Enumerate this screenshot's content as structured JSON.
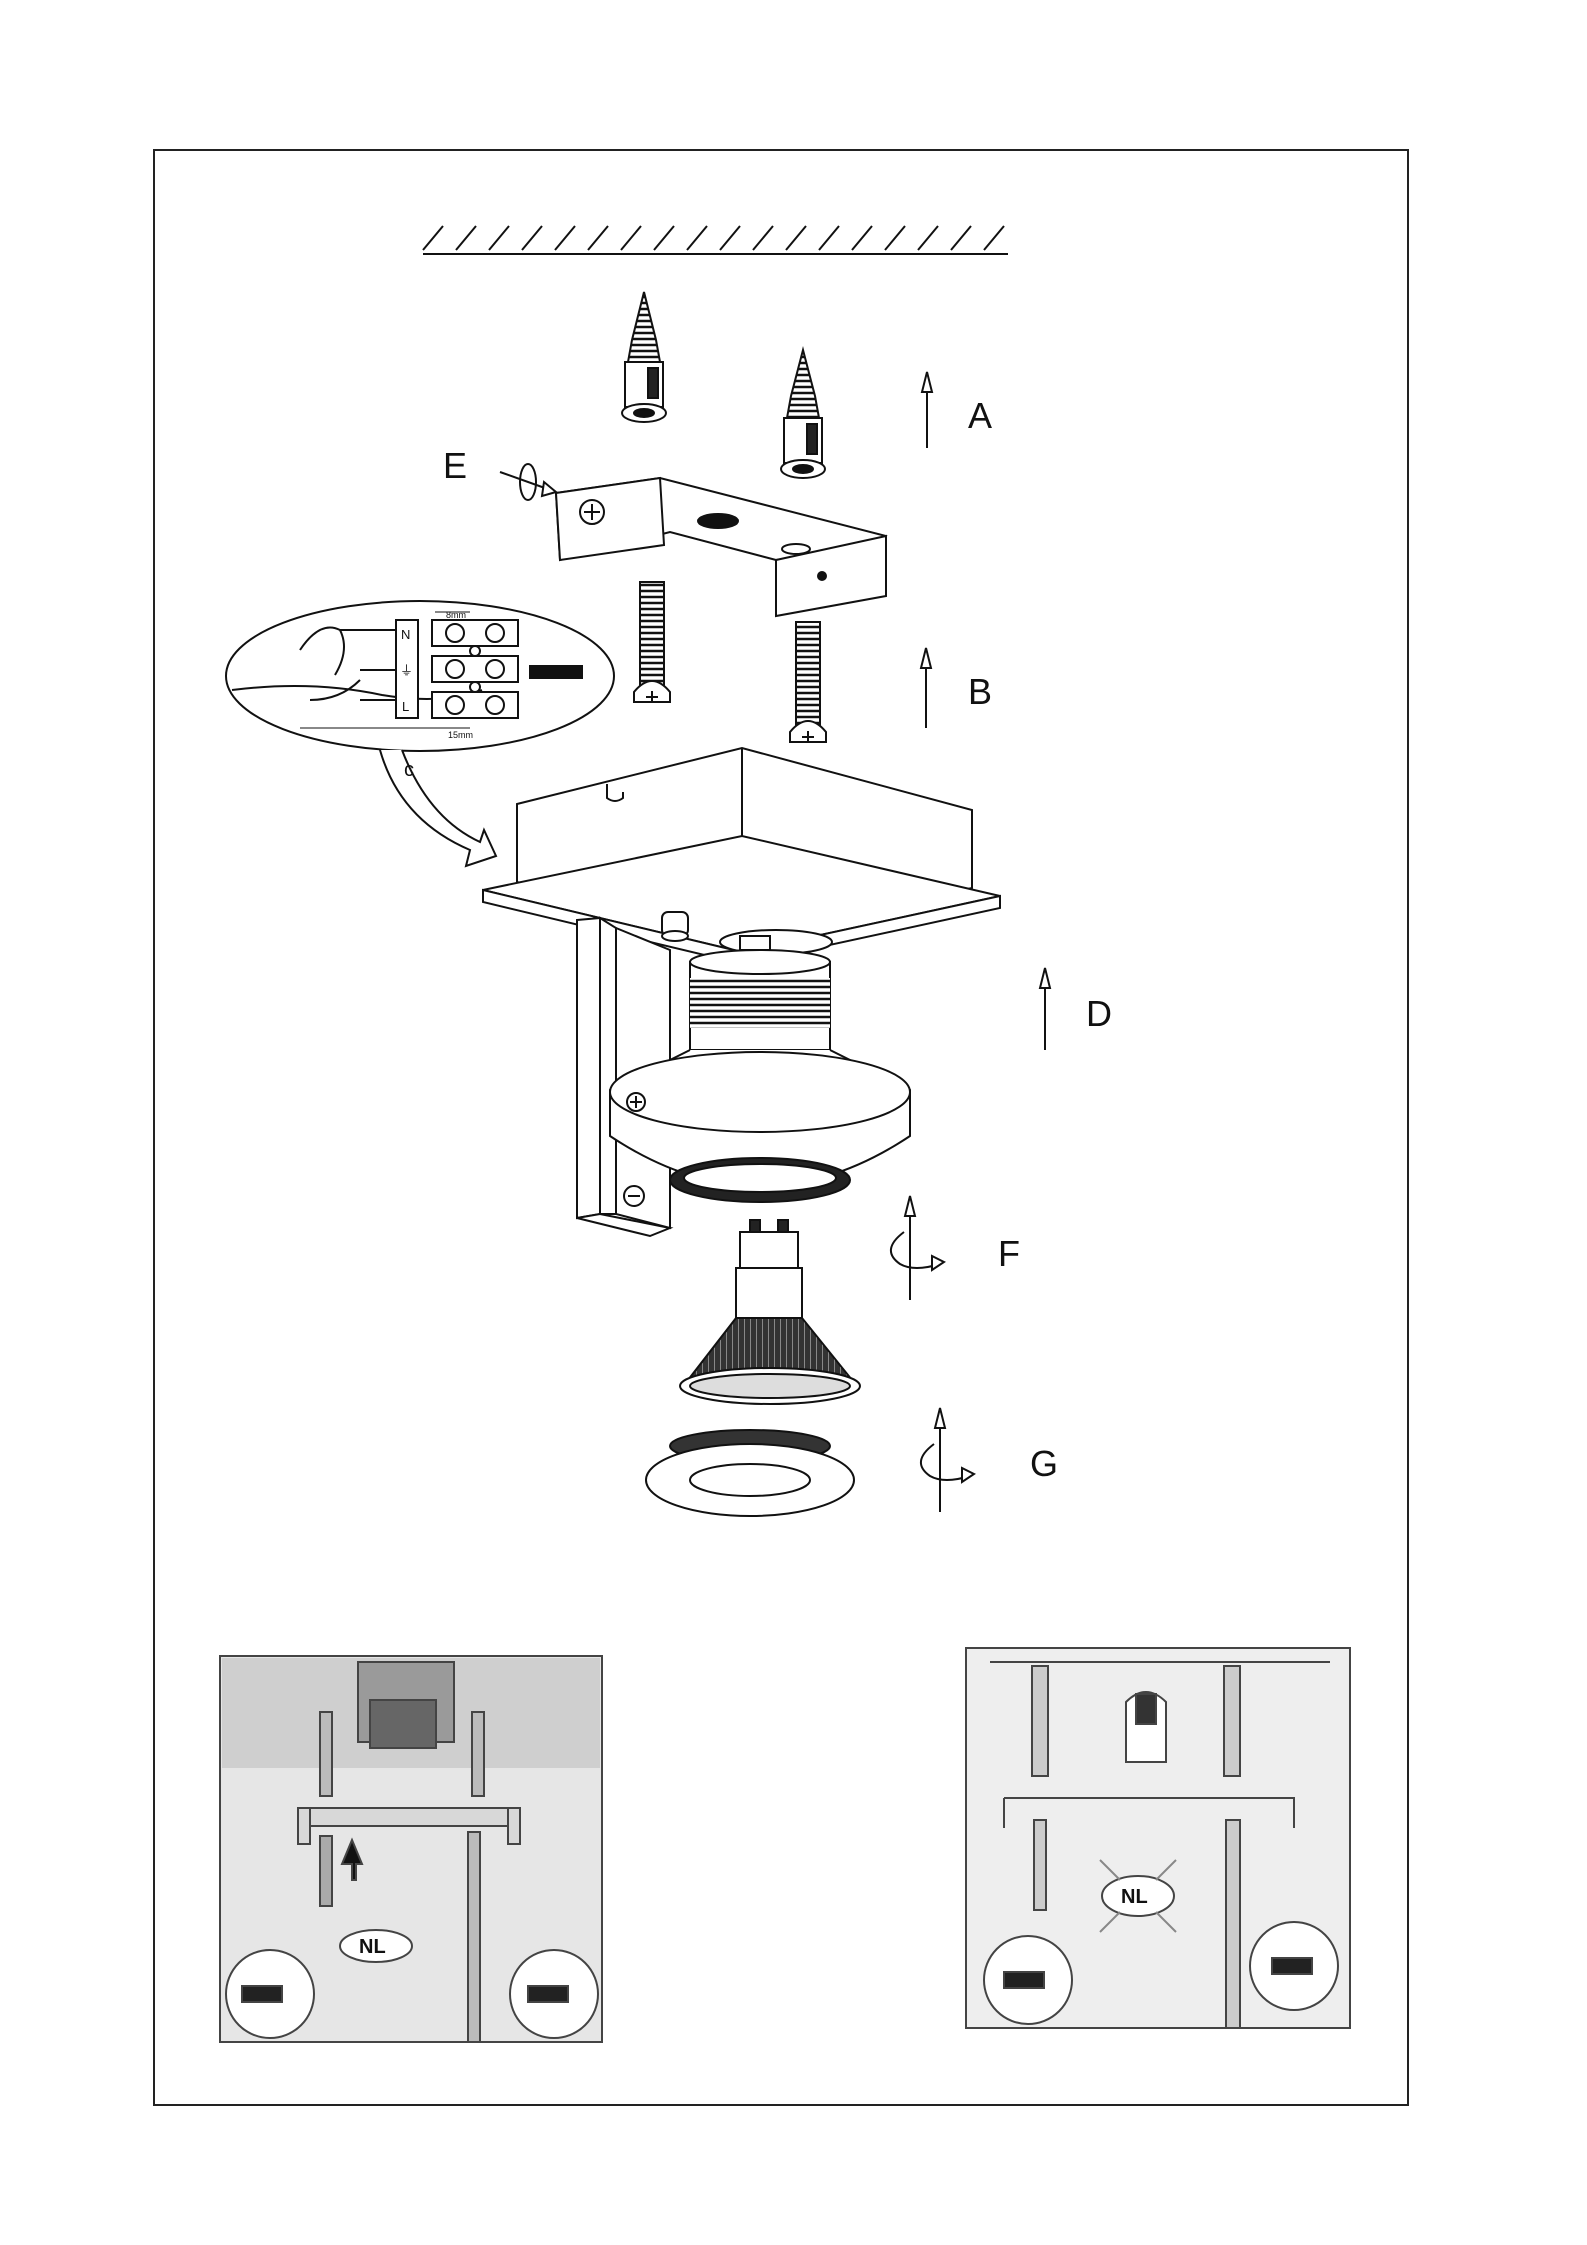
{
  "labels": {
    "a": "A",
    "b": "B",
    "c": "c",
    "d": "D",
    "e": "E",
    "f": "F",
    "g": "G"
  },
  "wiring_inset": {
    "strip_length": "8mm",
    "insulation_length": "15mm",
    "terminals": [
      "N",
      "⏚",
      "L"
    ]
  },
  "photo_left": {
    "badge": "NL"
  },
  "photo_right": {
    "badge": "NL"
  },
  "colors": {
    "line": "#111111",
    "paper": "#ffffff",
    "shading": "#555555"
  }
}
